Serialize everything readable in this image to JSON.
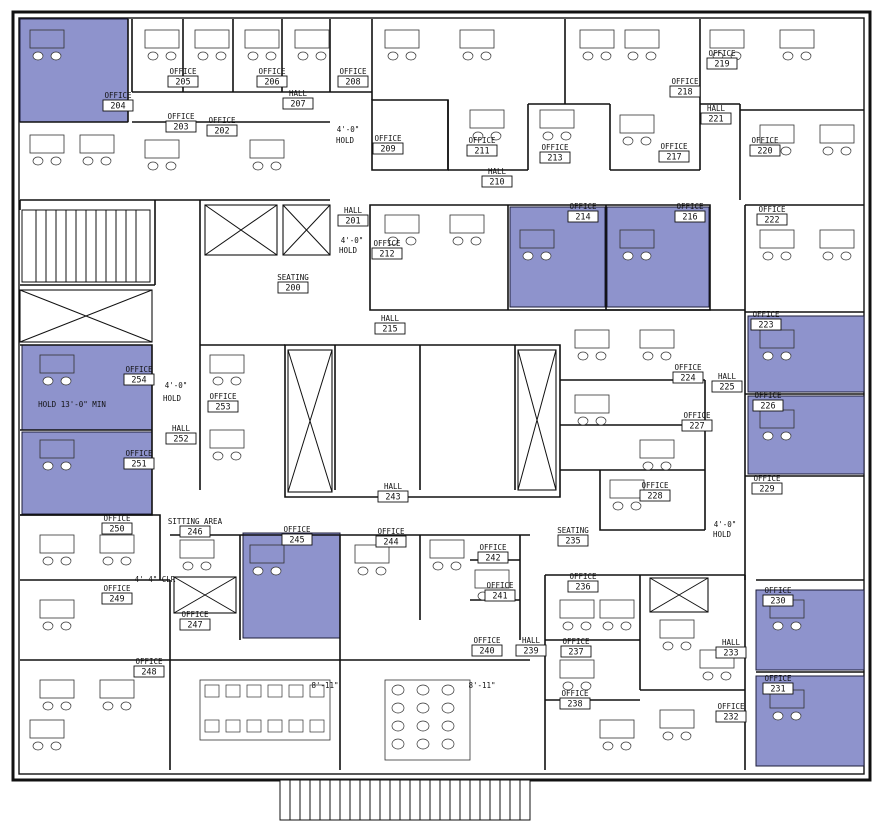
{
  "plan": {
    "highlight_color": "#8e93cc",
    "rooms": [
      {
        "key": "205",
        "number": "205",
        "label": "OFFICE"
      },
      {
        "key": "206",
        "number": "206",
        "label": "OFFICE"
      },
      {
        "key": "208",
        "number": "208",
        "label": "OFFICE"
      },
      {
        "key": "204",
        "number": "204",
        "label": "OFFICE"
      },
      {
        "key": "207",
        "number": "207",
        "label": "HALL"
      },
      {
        "key": "203",
        "number": "203",
        "label": "OFFICE"
      },
      {
        "key": "202",
        "number": "202",
        "label": "OFFICE"
      },
      {
        "key": "209",
        "number": "209",
        "label": "OFFICE"
      },
      {
        "key": "211",
        "number": "211",
        "label": "OFFICE"
      },
      {
        "key": "210",
        "number": "210",
        "label": "HALL"
      },
      {
        "key": "213",
        "number": "213",
        "label": "OFFICE"
      },
      {
        "key": "217",
        "number": "217",
        "label": "OFFICE"
      },
      {
        "key": "218",
        "number": "218",
        "label": "OFFICE"
      },
      {
        "key": "219",
        "number": "219",
        "label": "OFFICE"
      },
      {
        "key": "221",
        "number": "221",
        "label": "HALL"
      },
      {
        "key": "220",
        "number": "220",
        "label": "OFFICE"
      },
      {
        "key": "222",
        "number": "222",
        "label": "OFFICE"
      },
      {
        "key": "201",
        "number": "201",
        "label": "HALL"
      },
      {
        "key": "212",
        "number": "212",
        "label": "OFFICE"
      },
      {
        "key": "214",
        "number": "214",
        "label": "OFFICE"
      },
      {
        "key": "216",
        "number": "216",
        "label": "OFFICE"
      },
      {
        "key": "200",
        "number": "200",
        "label": "SEATING"
      },
      {
        "key": "215",
        "number": "215",
        "label": "HALL"
      },
      {
        "key": "223",
        "number": "223",
        "label": "OFFICE"
      },
      {
        "key": "224",
        "number": "224",
        "label": "OFFICE"
      },
      {
        "key": "225",
        "number": "225",
        "label": "HALL"
      },
      {
        "key": "226",
        "number": "226",
        "label": "OFFICE"
      },
      {
        "key": "227",
        "number": "227",
        "label": "OFFICE"
      },
      {
        "key": "228",
        "number": "228",
        "label": "OFFICE"
      },
      {
        "key": "229",
        "number": "229",
        "label": "OFFICE"
      },
      {
        "key": "254",
        "number": "254",
        "label": "OFFICE"
      },
      {
        "key": "253",
        "number": "253",
        "label": "OFFICE"
      },
      {
        "key": "252",
        "number": "252",
        "label": "HALL"
      },
      {
        "key": "251",
        "number": "251",
        "label": "OFFICE"
      },
      {
        "key": "243",
        "number": "243",
        "label": "HALL"
      },
      {
        "key": "250",
        "number": "250",
        "label": "OFFICE"
      },
      {
        "key": "246",
        "number": "246",
        "label": "SITTING AREA"
      },
      {
        "key": "245",
        "number": "245",
        "label": "OFFICE"
      },
      {
        "key": "244",
        "number": "244",
        "label": "OFFICE"
      },
      {
        "key": "242",
        "number": "242",
        "label": "OFFICE"
      },
      {
        "key": "235",
        "number": "235",
        "label": "SEATING"
      },
      {
        "key": "249",
        "number": "249",
        "label": "OFFICE"
      },
      {
        "key": "247",
        "number": "247",
        "label": "OFFICE"
      },
      {
        "key": "241",
        "number": "241",
        "label": "OFFICE"
      },
      {
        "key": "236",
        "number": "236",
        "label": "OFFICE"
      },
      {
        "key": "230",
        "number": "230",
        "label": "OFFICE"
      },
      {
        "key": "248",
        "number": "248",
        "label": "OFFICE"
      },
      {
        "key": "240",
        "number": "240",
        "label": "OFFICE"
      },
      {
        "key": "239",
        "number": "239",
        "label": "HALL"
      },
      {
        "key": "237",
        "number": "237",
        "label": "OFFICE"
      },
      {
        "key": "233",
        "number": "233",
        "label": "HALL"
      },
      {
        "key": "238",
        "number": "238",
        "label": "OFFICE"
      },
      {
        "key": "232",
        "number": "232",
        "label": "OFFICE"
      },
      {
        "key": "231",
        "number": "231",
        "label": "OFFICE"
      }
    ],
    "notes": {
      "hold_1": "4'-0\"",
      "hold_1b": "HOLD",
      "hold_2": "4'-0\"",
      "hold_2b": "HOLD",
      "hold_3": "4'-0\"",
      "hold_3b": "HOLD",
      "hold_4": "4'-0\"",
      "hold_4b": "HOLD",
      "hold_min": "HOLD 13'-0\" MIN",
      "clear": "4'-4\" CLR",
      "dim_left": "8'-11\"",
      "dim_right": "8'-11\""
    }
  }
}
